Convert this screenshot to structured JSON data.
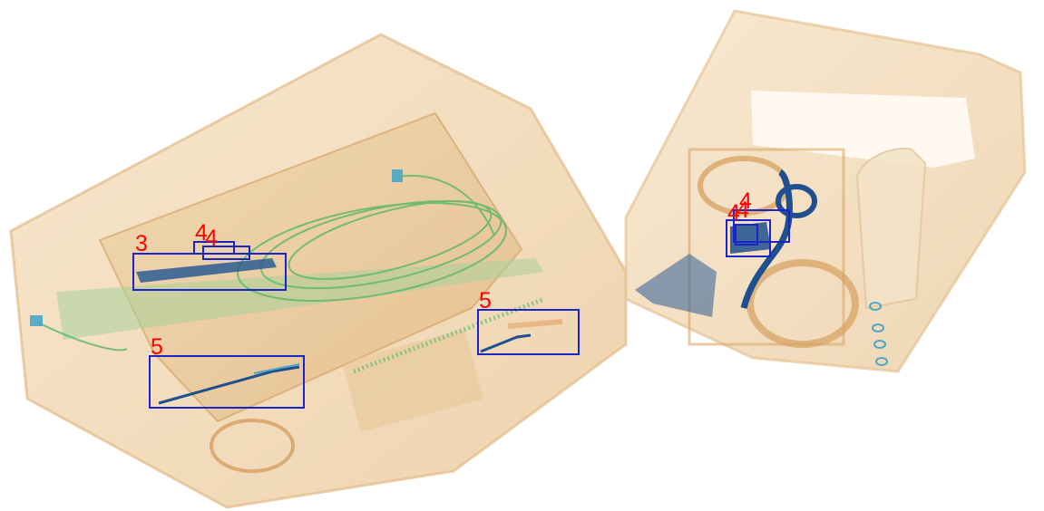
{
  "image": {
    "kind": "x-ray baggage scan with detection boxes",
    "background": "#ffffff",
    "colors": {
      "organic": "#e8c58e",
      "organic_dark": "#d9a86a",
      "inorganic_green": "#5fb86a",
      "metal_blue": "#1f4f8f",
      "box": "#1a24c8",
      "label": "#ff0000"
    }
  },
  "detections": [
    {
      "label": "3"
    },
    {
      "label": "4"
    },
    {
      "label": "4"
    },
    {
      "label": "5"
    },
    {
      "label": "5"
    },
    {
      "label": "4"
    },
    {
      "label": "4"
    },
    {
      "label": "4"
    }
  ]
}
